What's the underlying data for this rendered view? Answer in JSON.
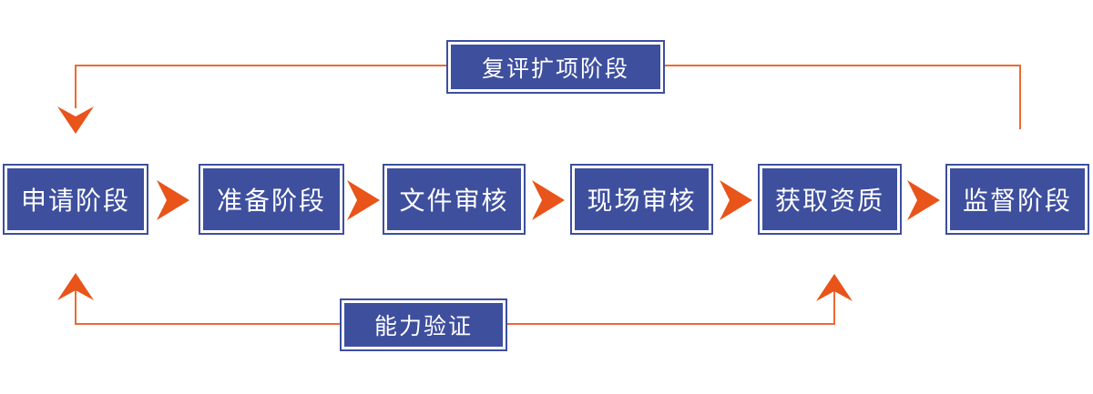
{
  "stages": [
    {
      "label": "申请阶段"
    },
    {
      "label": "准备阶段"
    },
    {
      "label": "文件审核"
    },
    {
      "label": "现场审核"
    },
    {
      "label": "获取资质"
    },
    {
      "label": "监督阶段"
    }
  ],
  "loops": {
    "review_expansion": {
      "label": "复评扩项阶段"
    },
    "capability_verification": {
      "label": "能力验证"
    }
  },
  "colors": {
    "box_fill": "#3e4f9e",
    "box_border": "#3e4f9e",
    "arrow": "#e8541a",
    "line": "#ec6a33",
    "text": "#ffffff",
    "background": "#ffffff"
  }
}
